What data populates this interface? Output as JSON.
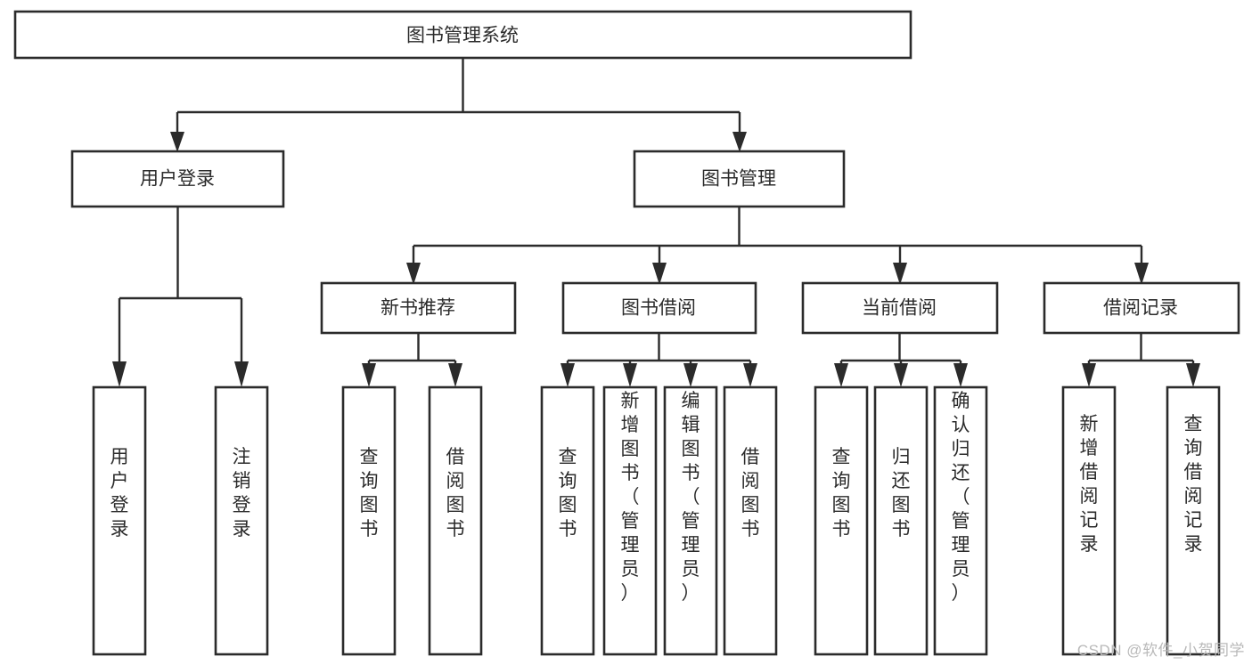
{
  "diagram": {
    "title": "图书管理系统",
    "type": "hierarchy-tree",
    "root": {
      "id": "root",
      "label": "图书管理系统",
      "orientation": "horizontal"
    },
    "level2": [
      {
        "id": "user-login",
        "label": "用户登录",
        "orientation": "horizontal"
      },
      {
        "id": "book-management",
        "label": "图书管理",
        "orientation": "horizontal"
      }
    ],
    "level3": [
      {
        "id": "new-book-recommend",
        "label": "新书推荐",
        "parent": "book-management",
        "orientation": "horizontal"
      },
      {
        "id": "book-borrow",
        "label": "图书借阅",
        "parent": "book-management",
        "orientation": "horizontal"
      },
      {
        "id": "current-borrow",
        "label": "当前借阅",
        "parent": "book-management",
        "orientation": "horizontal"
      },
      {
        "id": "borrow-record",
        "label": "借阅记录",
        "parent": "book-management",
        "orientation": "horizontal"
      }
    ],
    "leaves": [
      {
        "id": "leaf-user-login",
        "label": "用户登录",
        "parent": "user-login",
        "orientation": "vertical"
      },
      {
        "id": "leaf-logout-login",
        "label": "注销登录",
        "parent": "user-login",
        "orientation": "vertical"
      },
      {
        "id": "leaf-query-book-1",
        "label": "查询图书",
        "parent": "new-book-recommend",
        "orientation": "vertical"
      },
      {
        "id": "leaf-borrow-book-1",
        "label": "借阅图书",
        "parent": "new-book-recommend",
        "orientation": "vertical"
      },
      {
        "id": "leaf-query-book-2",
        "label": "查询图书",
        "parent": "book-borrow",
        "orientation": "vertical"
      },
      {
        "id": "leaf-add-book",
        "label": "新增图书（管理员）",
        "parent": "book-borrow",
        "orientation": "vertical"
      },
      {
        "id": "leaf-edit-book",
        "label": "编辑图书（管理员）",
        "parent": "book-borrow",
        "orientation": "vertical"
      },
      {
        "id": "leaf-borrow-book-2",
        "label": "借阅图书",
        "parent": "book-borrow",
        "orientation": "vertical"
      },
      {
        "id": "leaf-query-book-3",
        "label": "查询图书",
        "parent": "current-borrow",
        "orientation": "vertical"
      },
      {
        "id": "leaf-return-book",
        "label": "归还图书",
        "parent": "current-borrow",
        "orientation": "vertical"
      },
      {
        "id": "leaf-confirm-return",
        "label": "确认归还（管理员）",
        "parent": "current-borrow",
        "orientation": "vertical"
      },
      {
        "id": "leaf-add-record",
        "label": "新增借阅记录",
        "parent": "borrow-record",
        "orientation": "vertical"
      },
      {
        "id": "leaf-query-record",
        "label": "查询借阅记录",
        "parent": "borrow-record",
        "orientation": "vertical"
      }
    ]
  },
  "watermark": {
    "text": "CSDN @软件_小贺同学"
  },
  "colors": {
    "stroke": "#2b2b2b",
    "fill": "#ffffff",
    "text": "#2b2b2b",
    "watermark": "#b9b9b9",
    "background": "#ffffff"
  }
}
